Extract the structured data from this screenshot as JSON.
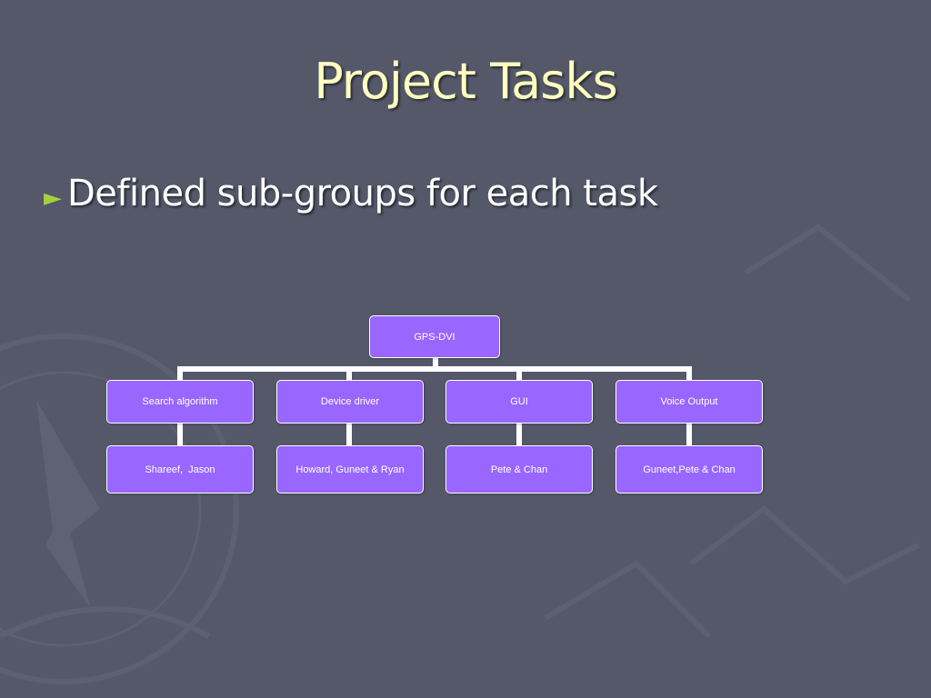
{
  "slide": {
    "title": "Project Tasks",
    "bullet_marker": "►",
    "bullet_text": "Defined sub-groups for each task"
  },
  "org_chart": {
    "root": "GPS-DVI",
    "tasks": [
      {
        "name": "Search algorithm",
        "team": "Shareef,  Jason"
      },
      {
        "name": "Device driver",
        "team": "Howard, Guneet & Ryan"
      },
      {
        "name": "GUI",
        "team": "Pete & Chan"
      },
      {
        "name": "Voice Output",
        "team": "Guneet,Pete & Chan"
      }
    ]
  },
  "colors": {
    "background": "#545869",
    "title": "#ffffc0",
    "bullet_marker": "#a7cf3e",
    "node_fill": "#9966ff",
    "node_border": "#ffffff",
    "connector": "#ffffff"
  }
}
